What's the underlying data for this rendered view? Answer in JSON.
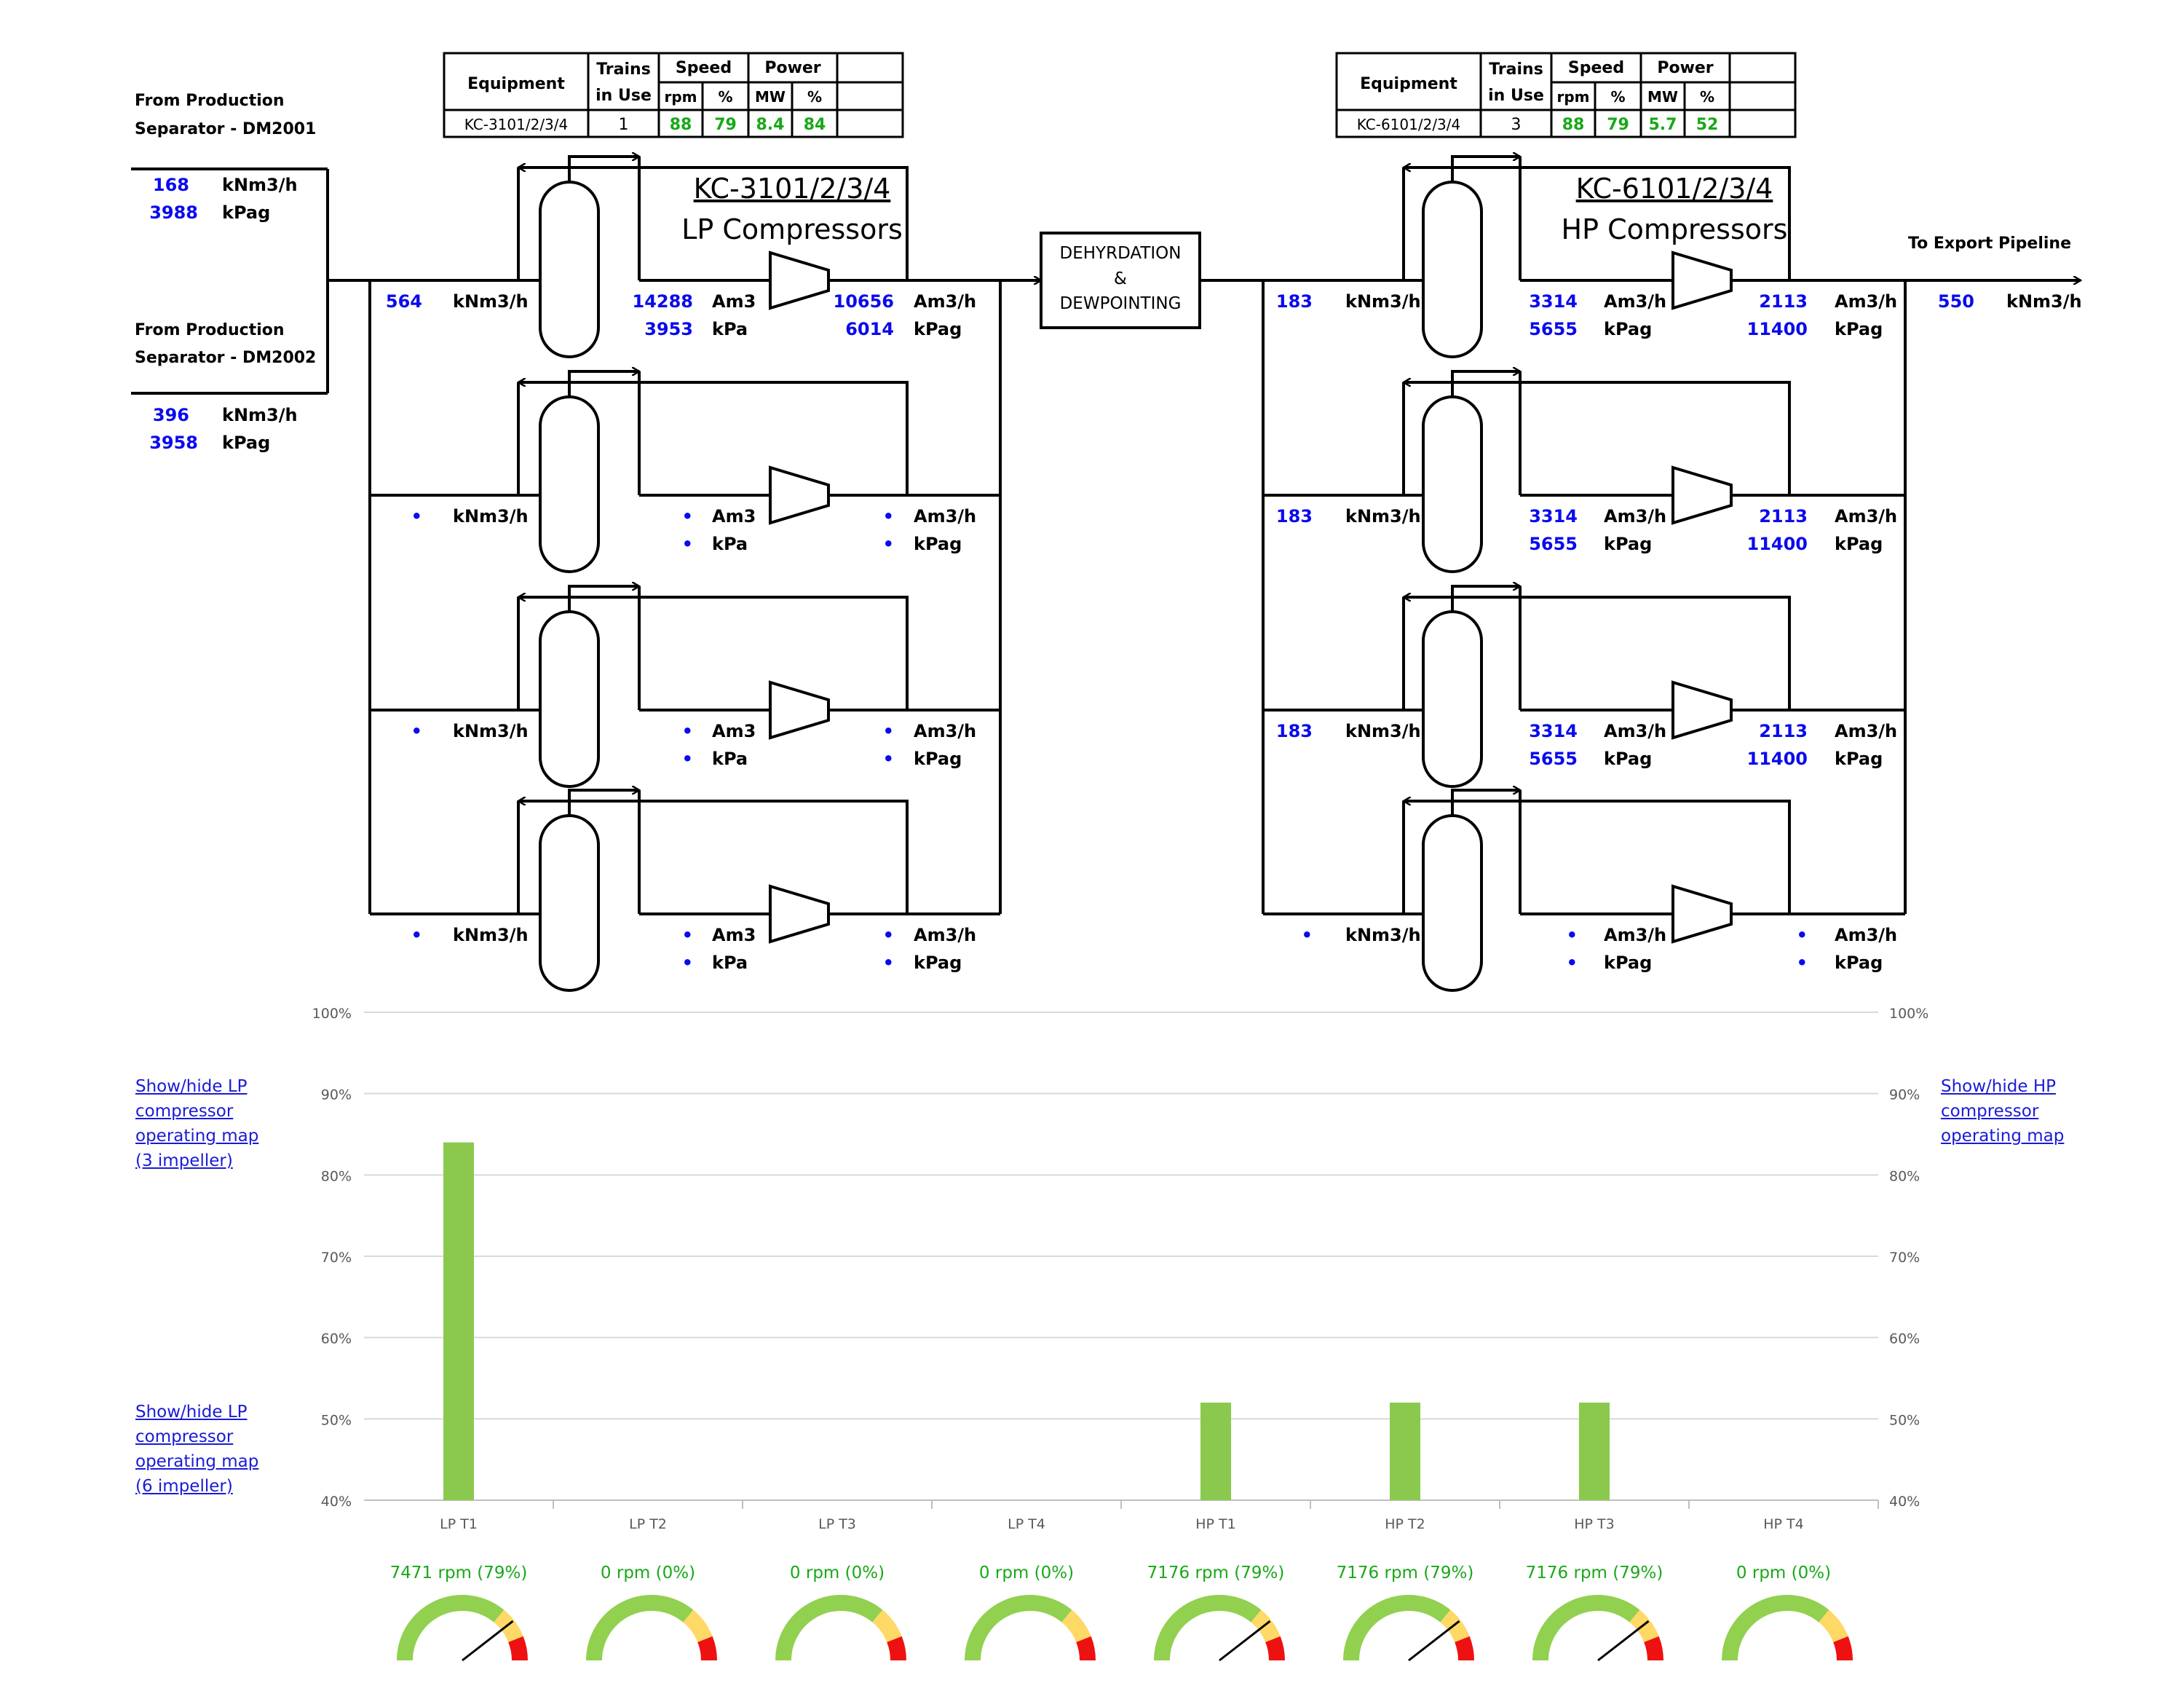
{
  "lp_table": {
    "h_equipment": "Equipment",
    "h_trains": "Trains in Use",
    "h_speed": "Speed",
    "h_power": "Power",
    "h_rpm": "rpm",
    "h_pct": "%",
    "h_mw": "MW",
    "h_pct2": "%",
    "equipment": "KC-3101/2/3/4",
    "trains": "1",
    "rpm": "88",
    "speed_pct": "79",
    "mw": "8.4",
    "power_pct": "84"
  },
  "hp_table": {
    "h_equipment": "Equipment",
    "h_trains": "Trains in Use",
    "h_speed": "Speed",
    "h_power": "Power",
    "h_rpm": "rpm",
    "h_pct": "%",
    "h_mw": "MW",
    "h_pct2": "%",
    "equipment": "KC-6101/2/3/4",
    "trains": "3",
    "rpm": "88",
    "speed_pct": "79",
    "mw": "5.7",
    "power_pct": "52"
  },
  "inlets": {
    "dm2001_line1": "From Production",
    "dm2001_line2": "Separator - DM2001",
    "dm2001_flow": "168",
    "dm2001_pressure": "3988",
    "dm2002_line1": "From Production",
    "dm2002_line2": "Separator - DM2002",
    "dm2002_flow": "396",
    "dm2002_pressure": "3958",
    "unit_flow": "kNm3/h",
    "unit_pressure": "kPag"
  },
  "lp": {
    "title": "KC-3101/2/3/4",
    "subtitle": "LP Compressors",
    "trains": [
      {
        "flow": "564",
        "suct_am3": "14288",
        "suct_kpa": "3953",
        "disc_am3": "10656",
        "disc_kpa": "6014"
      },
      {
        "flow": "•",
        "suct_am3": "•",
        "suct_kpa": "•",
        "disc_am3": "•",
        "disc_kpa": "•"
      },
      {
        "flow": "•",
        "suct_am3": "•",
        "suct_kpa": "•",
        "disc_am3": "•",
        "disc_kpa": "•"
      },
      {
        "flow": "•",
        "suct_am3": "•",
        "suct_kpa": "•",
        "disc_am3": "•",
        "disc_kpa": "•"
      }
    ]
  },
  "hp": {
    "title": "KC-6101/2/3/4",
    "subtitle": "HP Compressors",
    "trains": [
      {
        "flow": "183",
        "suct_am3": "3314",
        "suct_kpa": "5655",
        "disc_am3": "2113",
        "disc_kpa": "11400"
      },
      {
        "flow": "183",
        "suct_am3": "3314",
        "suct_kpa": "5655",
        "disc_am3": "2113",
        "disc_kpa": "11400"
      },
      {
        "flow": "183",
        "suct_am3": "3314",
        "suct_kpa": "5655",
        "disc_am3": "2113",
        "disc_kpa": "11400"
      },
      {
        "flow": "•",
        "suct_am3": "•",
        "suct_kpa": "•",
        "disc_am3": "•",
        "disc_kpa": "•"
      }
    ]
  },
  "labels": {
    "knm3h": "kNm3/h",
    "am3": "Am3",
    "am3h": "Am3/h",
    "kpa_short": "kPa",
    "kpag": "kPag"
  },
  "dehy": {
    "line1": "DEHYRDATION",
    "line2": "&",
    "line3": "DEWPOINTING"
  },
  "export": {
    "label": "To Export Pipeline",
    "flow": "550",
    "unit": "kNm3/h"
  },
  "links": {
    "lp3": "Show/hide LP compressor operating map (3 impeller)",
    "lp6": "Show/hide LP compressor operating map (6 impeller)",
    "hp": "Show/hide HP compressor operating map"
  },
  "colors": {
    "value_blue": "#0a0aee",
    "value_green": "#18a818",
    "bar_green": "#8bc94e",
    "gauge_green": "#92d050",
    "gauge_yellow": "#ffd966",
    "gauge_red": "#ee1111",
    "link_blue": "#1a1ad8"
  },
  "chart_data": {
    "type": "bar",
    "categories": [
      "LP T1",
      "LP T2",
      "LP T3",
      "LP T4",
      "HP T1",
      "HP T2",
      "HP T3",
      "HP T4"
    ],
    "values": [
      84,
      null,
      null,
      null,
      52,
      52,
      52,
      null
    ],
    "ylim": [
      40,
      100
    ],
    "yticks": [
      "40%",
      "50%",
      "60%",
      "70%",
      "80%",
      "90%",
      "100%"
    ],
    "grid": true,
    "gauges": [
      {
        "label": "7471 rpm (79%)",
        "fraction": 0.79
      },
      {
        "label": "0 rpm (0%)",
        "fraction": 0
      },
      {
        "label": "0 rpm (0%)",
        "fraction": 0
      },
      {
        "label": "0 rpm (0%)",
        "fraction": 0
      },
      {
        "label": "7176 rpm (79%)",
        "fraction": 0.79
      },
      {
        "label": "7176 rpm (79%)",
        "fraction": 0.79
      },
      {
        "label": "7176 rpm (79%)",
        "fraction": 0.79
      },
      {
        "label": "0 rpm (0%)",
        "fraction": 0
      }
    ]
  }
}
